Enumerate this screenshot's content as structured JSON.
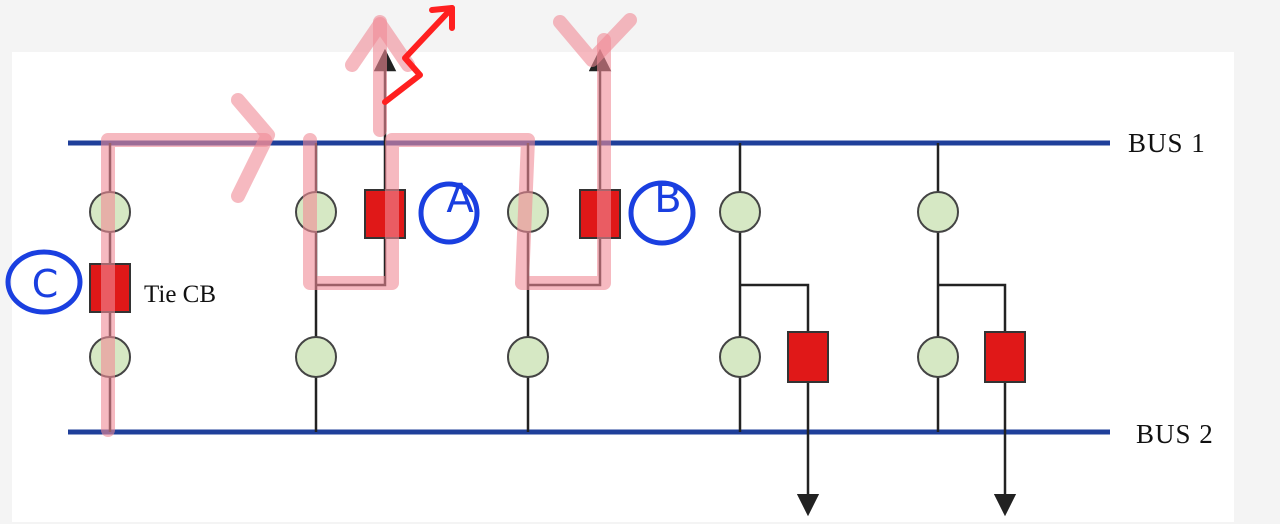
{
  "diagram": {
    "buses": [
      {
        "id": "bus1",
        "label": "BUS 1"
      },
      {
        "id": "bus2",
        "label": "BUS 2"
      }
    ],
    "tie_breaker_label": "Tie CB",
    "annotations": {
      "a": "A",
      "b": "B",
      "c": "C"
    },
    "colors": {
      "bus": "#1f3f9a",
      "breaker": "#e01818",
      "isolator": "#d6e8c4",
      "isolator_stroke": "#444444",
      "wire": "#222222",
      "highlight": "#f08a96",
      "marker": "#1a3fe0",
      "red_arrow": "#ff2020"
    }
  }
}
